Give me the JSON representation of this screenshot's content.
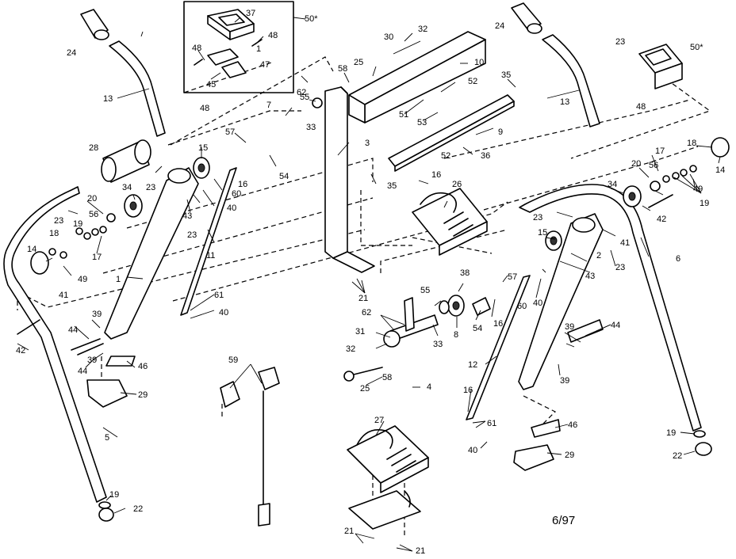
{
  "diagram": {
    "date_code": "6/97",
    "callouts": [
      {
        "id": "c50a",
        "text": "50*"
      },
      {
        "id": "c50b",
        "text": "50*"
      },
      {
        "id": "c24a",
        "text": "24"
      },
      {
        "id": "c24b",
        "text": "24"
      },
      {
        "id": "c37",
        "text": "37"
      },
      {
        "id": "c48a",
        "text": "48"
      },
      {
        "id": "c48b",
        "text": "48"
      },
      {
        "id": "c48c",
        "text": "48"
      },
      {
        "id": "c48d",
        "text": "48"
      },
      {
        "id": "c1a",
        "text": "1"
      },
      {
        "id": "c47",
        "text": "47"
      },
      {
        "id": "c45",
        "text": "45"
      },
      {
        "id": "c30",
        "text": "30"
      },
      {
        "id": "c32a",
        "text": "32"
      },
      {
        "id": "c32b",
        "text": "32"
      },
      {
        "id": "c10",
        "text": "10"
      },
      {
        "id": "c25a",
        "text": "25"
      },
      {
        "id": "c25b",
        "text": "25"
      },
      {
        "id": "c58a",
        "text": "58"
      },
      {
        "id": "c58b",
        "text": "58"
      },
      {
        "id": "c13a",
        "text": "13"
      },
      {
        "id": "c13b",
        "text": "13"
      },
      {
        "id": "c62a",
        "text": "62"
      },
      {
        "id": "c62b",
        "text": "62"
      },
      {
        "id": "c55a",
        "text": "55"
      },
      {
        "id": "c55b",
        "text": "55"
      },
      {
        "id": "c7",
        "text": "7"
      },
      {
        "id": "c33a",
        "text": "33"
      },
      {
        "id": "c33b",
        "text": "33"
      },
      {
        "id": "c51",
        "text": "51"
      },
      {
        "id": "c52a",
        "text": "52"
      },
      {
        "id": "c52b",
        "text": "52"
      },
      {
        "id": "c53",
        "text": "53"
      },
      {
        "id": "c35a",
        "text": "35"
      },
      {
        "id": "c35b",
        "text": "35"
      },
      {
        "id": "c9",
        "text": "9"
      },
      {
        "id": "c36",
        "text": "36"
      },
      {
        "id": "c23a",
        "text": "23"
      },
      {
        "id": "c23b",
        "text": "23"
      },
      {
        "id": "c23c",
        "text": "23"
      },
      {
        "id": "c23d",
        "text": "23"
      },
      {
        "id": "c23e",
        "text": "23"
      },
      {
        "id": "c23f",
        "text": "23"
      },
      {
        "id": "c28",
        "text": "28"
      },
      {
        "id": "c15a",
        "text": "15"
      },
      {
        "id": "c15b",
        "text": "15"
      },
      {
        "id": "c57a",
        "text": "57"
      },
      {
        "id": "c57b",
        "text": "57"
      },
      {
        "id": "c54a",
        "text": "54"
      },
      {
        "id": "c54b",
        "text": "54"
      },
      {
        "id": "c3",
        "text": "3"
      },
      {
        "id": "c16a",
        "text": "16"
      },
      {
        "id": "c16b",
        "text": "16"
      },
      {
        "id": "c16c",
        "text": "16"
      },
      {
        "id": "c16d",
        "text": "16"
      },
      {
        "id": "c60a",
        "text": "60"
      },
      {
        "id": "c60b",
        "text": "60"
      },
      {
        "id": "c40a",
        "text": "40"
      },
      {
        "id": "c40b",
        "text": "40"
      },
      {
        "id": "c40c",
        "text": "40"
      },
      {
        "id": "c40d",
        "text": "40"
      },
      {
        "id": "c34a",
        "text": "34"
      },
      {
        "id": "c34b",
        "text": "34"
      },
      {
        "id": "c20a",
        "text": "20"
      },
      {
        "id": "c20b",
        "text": "20"
      },
      {
        "id": "c56a",
        "text": "56"
      },
      {
        "id": "c56b",
        "text": "56"
      },
      {
        "id": "c19a",
        "text": "19"
      },
      {
        "id": "c19b",
        "text": "19"
      },
      {
        "id": "c19c",
        "text": "19"
      },
      {
        "id": "c19d",
        "text": "19"
      },
      {
        "id": "c17a",
        "text": "17"
      },
      {
        "id": "c17b",
        "text": "17"
      },
      {
        "id": "c18a",
        "text": "18"
      },
      {
        "id": "c18b",
        "text": "18"
      },
      {
        "id": "c14a",
        "text": "14"
      },
      {
        "id": "c14b",
        "text": "14"
      },
      {
        "id": "c49a",
        "text": "49"
      },
      {
        "id": "c49b",
        "text": "49"
      },
      {
        "id": "c41a",
        "text": "41"
      },
      {
        "id": "c41b",
        "text": "41"
      },
      {
        "id": "c43a",
        "text": "43"
      },
      {
        "id": "c43b",
        "text": "43"
      },
      {
        "id": "c11",
        "text": "11"
      },
      {
        "id": "c1b",
        "text": "1"
      },
      {
        "id": "c26",
        "text": "26"
      },
      {
        "id": "c42a",
        "text": "42"
      },
      {
        "id": "c42b",
        "text": "42"
      },
      {
        "id": "c6",
        "text": "6"
      },
      {
        "id": "c2",
        "text": "2"
      },
      {
        "id": "c61a",
        "text": "61"
      },
      {
        "id": "c61b",
        "text": "61"
      },
      {
        "id": "c21a",
        "text": "21"
      },
      {
        "id": "c21b",
        "text": "21"
      },
      {
        "id": "c21c",
        "text": "21"
      },
      {
        "id": "c38",
        "text": "38"
      },
      {
        "id": "c8",
        "text": "8"
      },
      {
        "id": "c31",
        "text": "31"
      },
      {
        "id": "c39a",
        "text": "39"
      },
      {
        "id": "c39b",
        "text": "39"
      },
      {
        "id": "c39c",
        "text": "39"
      },
      {
        "id": "c39d",
        "text": "39"
      },
      {
        "id": "c44a",
        "text": "44"
      },
      {
        "id": "c44b",
        "text": "44"
      },
      {
        "id": "c44c",
        "text": "44"
      },
      {
        "id": "c46a",
        "text": "46"
      },
      {
        "id": "c46b",
        "text": "46"
      },
      {
        "id": "c29a",
        "text": "29"
      },
      {
        "id": "c29b",
        "text": "29"
      },
      {
        "id": "c59",
        "text": "59"
      },
      {
        "id": "c4",
        "text": "4"
      },
      {
        "id": "c12",
        "text": "12"
      },
      {
        "id": "c5",
        "text": "5"
      },
      {
        "id": "c27",
        "text": "27"
      },
      {
        "id": "c22a",
        "text": "22"
      },
      {
        "id": "c22b",
        "text": "22"
      }
    ]
  }
}
